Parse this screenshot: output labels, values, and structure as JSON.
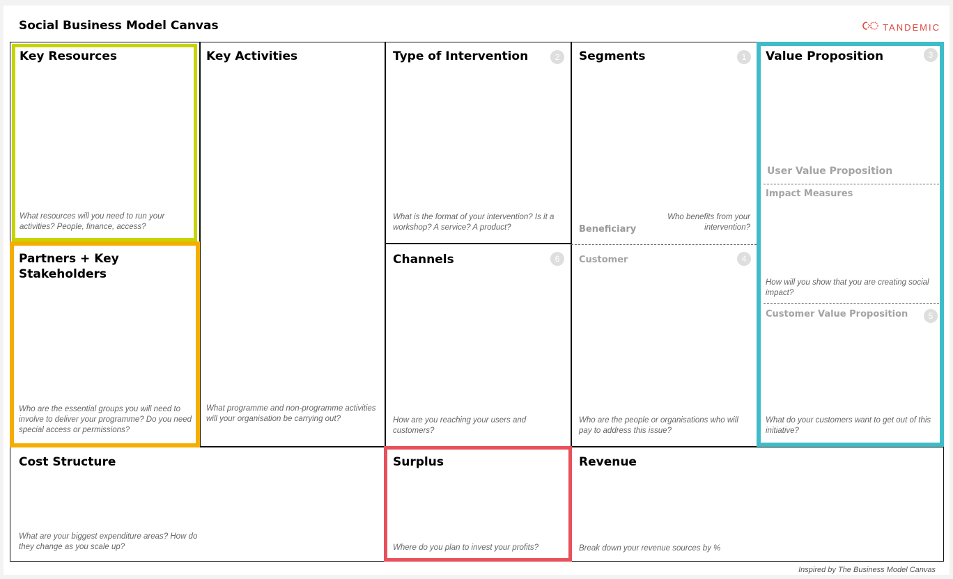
{
  "header": {
    "title": "Social Business Model Canvas",
    "brand": "TANDEMIC",
    "brand_icon": "tandemic-logo-icon"
  },
  "footer": {
    "note": "Inspired by The Business Model Canvas"
  },
  "colors": {
    "key_resources": "#c8d400",
    "partners": "#f5ad00",
    "value_proposition": "#3ebcc8",
    "surplus": "#e8505b",
    "brand": "#e0443c"
  },
  "blocks": {
    "key_resources": {
      "title": "Key Resources",
      "hint": "What resources will you need to run your activities? People, finance, access?"
    },
    "key_activities": {
      "title": "Key Activities",
      "hint": "What programme and non-programme activities will your organisation be carrying out?"
    },
    "type_of_intervention": {
      "title": "Type of Intervention",
      "number": "2",
      "hint": "What is the format of your intervention? Is it a workshop? A service? A product?"
    },
    "segments": {
      "title": "Segments",
      "number": "1",
      "beneficiary_label": "Beneficiary",
      "beneficiary_hint": "Who benefits from your intervention?",
      "customer_label": "Customer",
      "customer_number": "4",
      "customer_hint": "Who are the people or organisations who will pay to address this issue?"
    },
    "value_proposition": {
      "title": "Value Proposition",
      "number": "3",
      "user_value_label": "User Value Proposition",
      "impact_label": "Impact Measures",
      "impact_hint": "How will you show that you are creating social impact?",
      "customer_value_label": "Customer Value Proposition",
      "customer_value_number": "5",
      "customer_value_hint": "What do your customers want to get out of this initiative?"
    },
    "partners": {
      "title": "Partners + Key Stakeholders",
      "hint": "Who are the essential groups you will need to involve to deliver your programme? Do you need special access or permissions?"
    },
    "channels": {
      "title": "Channels",
      "number": "6",
      "hint": "How are you reaching your users and customers?"
    },
    "cost_structure": {
      "title": "Cost Structure",
      "hint": "What are your biggest expenditure areas? How do they change as you scale up?"
    },
    "surplus": {
      "title": "Surplus",
      "hint": "Where do you plan to invest your profits?"
    },
    "revenue": {
      "title": "Revenue",
      "hint": "Break down your revenue sources by %"
    }
  }
}
